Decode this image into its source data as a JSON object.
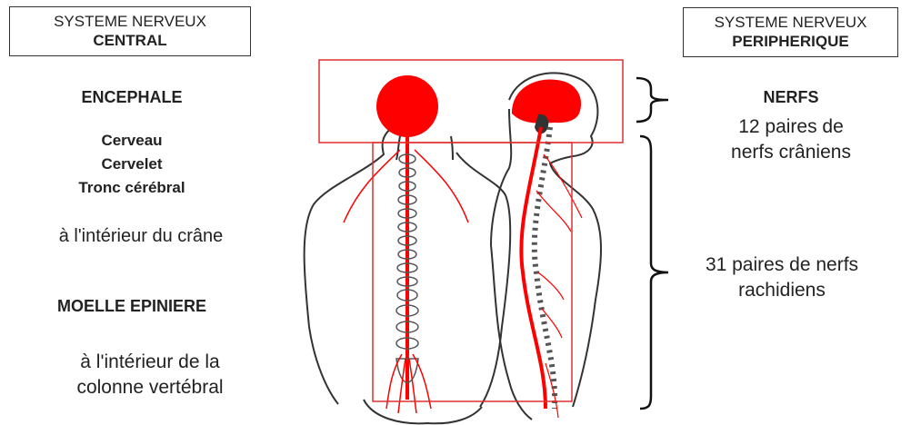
{
  "left_header": {
    "line1": "SYSTEME NERVEUX",
    "line2": "CENTRAL"
  },
  "right_header": {
    "line1": "SYSTEME NERVEUX",
    "line2": "PERIPHERIQUE"
  },
  "encephale": {
    "title": "ENCEPHALE",
    "parts": [
      "Cerveau",
      "Cervelet",
      "Tronc cérébral"
    ],
    "location": "à l'intérieur du crâne"
  },
  "moelle": {
    "title": "MOELLE EPINIERE",
    "location_line1": "à l'intérieur de la",
    "location_line2": "colonne vertébral"
  },
  "nerfs": {
    "title": "NERFS",
    "cranial_line1": "12 paires de",
    "cranial_line2": "nerfs crâniens",
    "spinal_line1": "31 paires de nerfs",
    "spinal_line2": "rachidiens"
  },
  "colors": {
    "highlight": "#ff0000",
    "outline": "#333333",
    "box_border": "#e03030"
  }
}
